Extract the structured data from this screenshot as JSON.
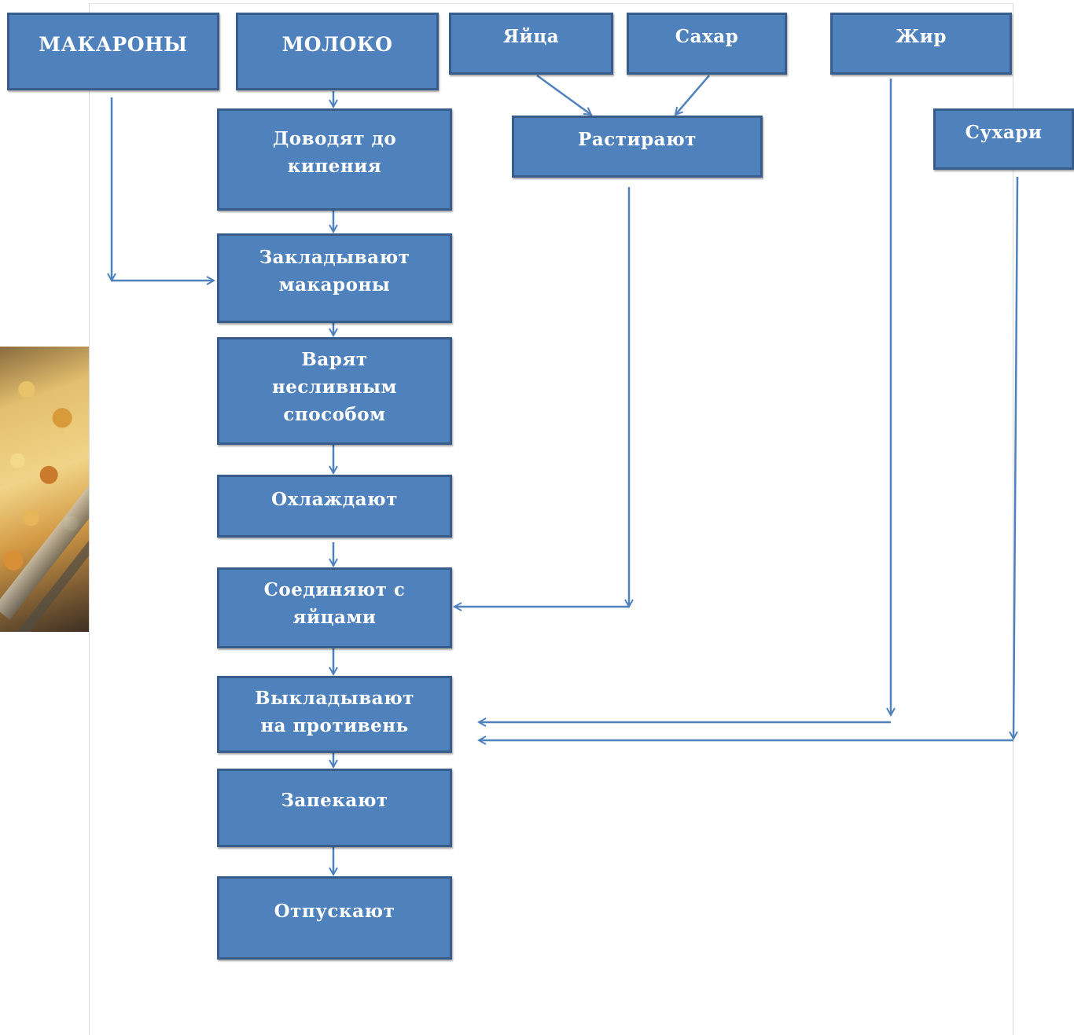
{
  "ingredients": {
    "makarony": "МАКАРОНЫ",
    "moloko": "МОЛОКО",
    "yaitsa": "Яйца",
    "sakhar": "Сахар",
    "zhir": "Жир",
    "sukhari": "Сухари"
  },
  "steps": {
    "boil": "Доводят до\nкипения",
    "add_pasta": "Закладывают\nмакароны",
    "cook": "Варят\nнесливным\nспособом",
    "cool": "Охлаждают",
    "mix_eggs": "Соединяют с\nяйцами",
    "rub": "Растирают",
    "lay_out": "Выкладывают\nна противень",
    "bake": "Запекают",
    "serve": "Отпускают"
  },
  "colors": {
    "box_fill": "#4f81bd",
    "box_border": "#385d8a",
    "arrow": "#4f81bd",
    "text": "#ffffff"
  }
}
